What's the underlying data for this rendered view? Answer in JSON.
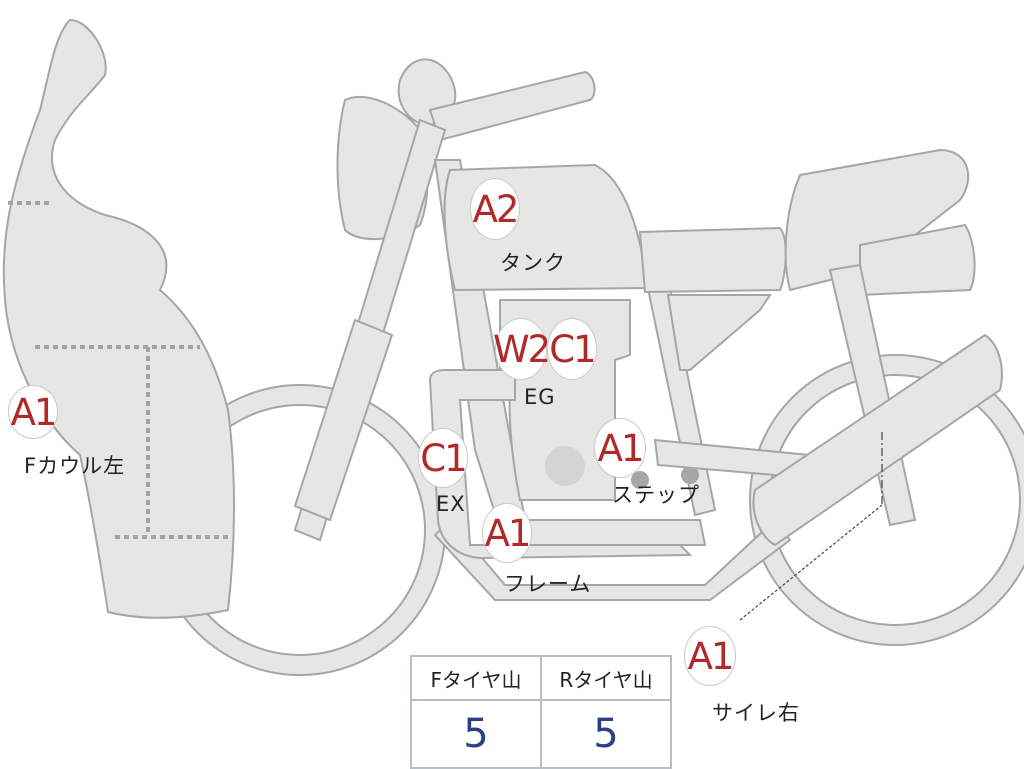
{
  "colors": {
    "part_fill": "#e6e6e4",
    "part_stroke": "#a6a6a6",
    "marker_text": "#b12a2a",
    "tire_value": "#2d3f86"
  },
  "markers": [
    {
      "id": "f-cowl-left",
      "code": "A1",
      "label": "Fカウル左"
    },
    {
      "id": "tank",
      "code": "A2",
      "label": "タンク"
    },
    {
      "id": "eg-w2",
      "code": "W2",
      "label": ""
    },
    {
      "id": "eg-c1",
      "code": "C1",
      "label": "EG"
    },
    {
      "id": "ex",
      "code": "C1",
      "label": "EX"
    },
    {
      "id": "step",
      "code": "A1",
      "label": "ステップ"
    },
    {
      "id": "frame",
      "code": "A1",
      "label": "フレーム"
    },
    {
      "id": "muffler-right",
      "code": "A1",
      "label": "サイレ右"
    }
  ],
  "tire_table": {
    "headers": [
      "Fタイヤ山",
      "Rタイヤ山"
    ],
    "values": [
      "5",
      "5"
    ]
  }
}
